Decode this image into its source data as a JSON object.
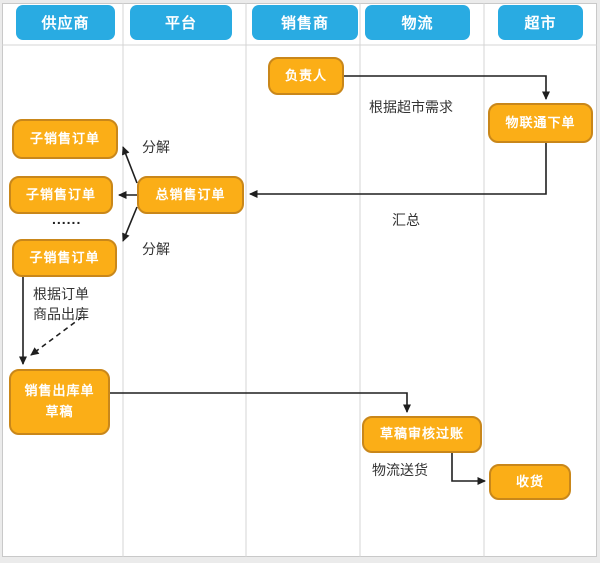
{
  "lanes": [
    {
      "label": "供应商"
    },
    {
      "label": "平台"
    },
    {
      "label": "销售商"
    },
    {
      "label": "物流"
    },
    {
      "label": "超市"
    }
  ],
  "nodes": {
    "person_in_charge": {
      "label": "负责人"
    },
    "iot_order": {
      "label": "物联通下单"
    },
    "total_sales_order": {
      "label": "总销售订单"
    },
    "sub_sales_order_1": {
      "label": "子销售订单"
    },
    "sub_sales_order_2": {
      "label": "子销售订单"
    },
    "sub_sales_order_3": {
      "label": "子销售订单"
    },
    "sales_outbound_draft": {
      "line1": "销售出库单",
      "line2": "草稿"
    },
    "draft_review_posting": {
      "label": "草稿审核过账"
    },
    "receive_goods": {
      "label": "收货"
    }
  },
  "edge_labels": {
    "per_supermarket_demand": "根据超市需求",
    "summarize": "汇总",
    "decompose_top": "分解",
    "decompose_bottom": "分解",
    "ellipsis": "......",
    "per_order": "根据订单",
    "goods_outbound": "商品出库",
    "logistics_delivery": "物流送货"
  },
  "colors": {
    "lane_header": "#29abe2",
    "node_fill": "#fbae17",
    "node_border": "#c9871a",
    "arrow": "#1f1f1f",
    "grid_line": "#d4d4d4",
    "label_text": "#333333",
    "page_bg": "#ebebeb"
  }
}
